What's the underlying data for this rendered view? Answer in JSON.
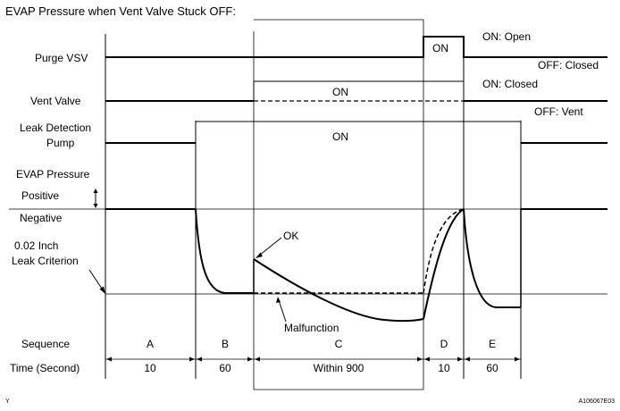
{
  "title": "EVAP Pressure when Vent Valve Stuck OFF:",
  "rows": {
    "purge_vsv": "Purge VSV",
    "vent_valve": "Vent Valve",
    "leak_pump_line1": "Leak Detection",
    "leak_pump_line2": "Pump",
    "evap_pressure": "EVAP Pressure",
    "positive": "Positive",
    "negative": "Negative",
    "criterion_line1": "0.02 Inch",
    "criterion_line2": "Leak Criterion"
  },
  "states": {
    "purge_on": "ON",
    "purge_on_meaning": "ON: Open",
    "purge_off_meaning": "OFF: Closed",
    "vent_on": "ON",
    "vent_on_meaning": "ON: Closed",
    "vent_off_meaning": "OFF: Vent",
    "pump_on": "ON"
  },
  "annotations": {
    "ok": "OK",
    "malfunction": "Malfunction"
  },
  "table": {
    "sequence_label": "Sequence",
    "time_label": "Time (Second)",
    "sequence": [
      "A",
      "B",
      "C",
      "D",
      "E"
    ],
    "time": [
      "10",
      "60",
      "Within 900",
      "10",
      "60"
    ]
  },
  "footer": {
    "corner_mark": "Y",
    "figure_id": "A106067E03"
  }
}
